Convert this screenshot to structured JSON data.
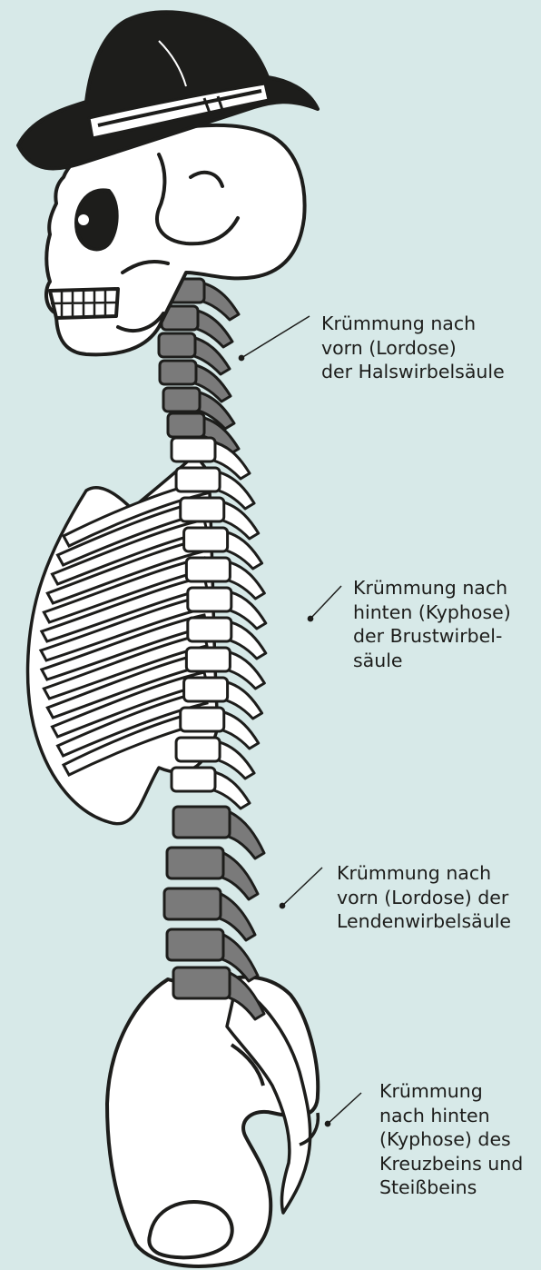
{
  "labels": {
    "cervical": [
      "Krümmung nach",
      "vorn (Lordose)",
      "der Halswirbelsäule"
    ],
    "thoracic": [
      "Krümmung nach",
      "hinten (Kyphose)",
      "der Brustwirbel-",
      "säule"
    ],
    "lumbar": [
      "Krümmung nach",
      "vorn (Lordose) der",
      "Lendenwirbelsäule"
    ],
    "sacral": [
      "Krümmung",
      "nach hinten",
      "(Kyphose) des",
      "Kreuzbeins und",
      "Steißbeins"
    ]
  },
  "colors": {
    "background": "#d7e9e8",
    "bone": "#ffffff",
    "outline": "#1d1d1b",
    "highlight_vertebrae": "#7a7a7a",
    "hat": "#1d1d1b"
  }
}
